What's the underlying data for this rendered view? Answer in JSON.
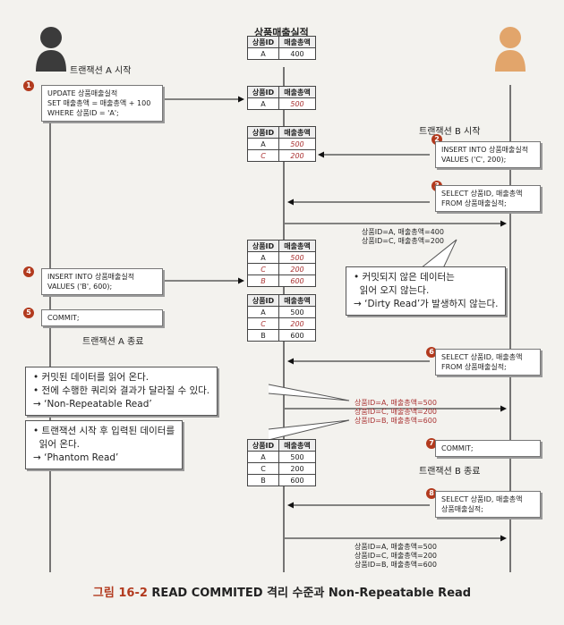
{
  "top_table_title": "상품매출실적",
  "actors": {
    "a_start": "트랜잭션 A 시작",
    "a_end": "트랜잭션 A 종료",
    "b_start": "트랜잭션 B 시작",
    "b_end": "트랜잭션 B 종료"
  },
  "steps": [
    {
      "num": "1",
      "text": "UPDATE 상품매출실적\nSET 매출총액 = 매출총액 + 100\nWHERE 상품ID = 'A';"
    },
    {
      "num": "2",
      "text": "INSERT INTO 상품매출실적\nVALUES ('C', 200);"
    },
    {
      "num": "3",
      "text": "SELECT 상품ID, 매출총액\nFROM 상품매출실적;"
    },
    {
      "num": "4",
      "text": "INSERT INTO 상품매출실적\nVALUES ('B', 600);"
    },
    {
      "num": "5",
      "text": "COMMIT;"
    },
    {
      "num": "6",
      "text": "SELECT 상품ID, 매출총액\nFROM 상품매출실적;"
    },
    {
      "num": "7",
      "text": "COMMIT;"
    },
    {
      "num": "8",
      "text": "SELECT 상품ID, 매출총액\n상품매출실적;"
    }
  ],
  "table_headers": [
    "상품ID",
    "매출총액"
  ],
  "tables": [
    {
      "rows": [
        [
          "A",
          "400"
        ]
      ]
    },
    {
      "rows": [
        [
          "A",
          "500"
        ]
      ]
    },
    {
      "rows": [
        [
          "A",
          "500"
        ],
        [
          "C",
          "200"
        ]
      ]
    },
    {
      "rows": [
        [
          "A",
          "500"
        ],
        [
          "C",
          "200"
        ],
        [
          "B",
          "600"
        ]
      ]
    },
    {
      "rows": [
        [
          "A",
          "500"
        ],
        [
          "C",
          "200"
        ],
        [
          "B",
          "600"
        ]
      ]
    },
    {
      "rows": [
        [
          "A",
          "500"
        ],
        [
          "C",
          "200"
        ],
        [
          "B",
          "600"
        ]
      ]
    }
  ],
  "results": [
    "상품ID=A, 매출총액=400\n상품ID=C, 매출총액=200",
    "상품ID=A, 매출총액=500\n상품ID=C, 매출총액=200\n상품ID=B, 매출총액=600",
    "상품ID=A, 매출총액=500\n상품ID=C, 매출총액=200\n상품ID=B, 매출총액=600"
  ],
  "callouts": [
    "• 커밋되지 않은 데이터는\n  읽어 오지 않는다.\n→ ‘Dirty Read’가 발생하지 않는다.",
    "• 커밋된 데이터를 읽어 온다.\n• 전에 수행한 쿼리와 결과가 달라질 수 있다.\n→ ‘Non-Repeatable Read’",
    "• 트랜잭션 시작 후 입력된 데이터를\n  읽어 온다.\n→ ‘Phantom Read’"
  ],
  "caption": {
    "figure": "그림 16-2",
    "text": "READ COMMITED 격리 수준과 Non-Repeatable Read"
  },
  "colors": {
    "accent": "#b23a1e",
    "actor_a": "#3b3b3b",
    "actor_b": "#e2a56b"
  }
}
